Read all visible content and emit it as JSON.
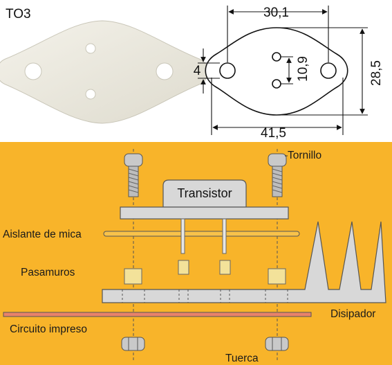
{
  "package_title": "TO3",
  "dimensions": {
    "pitch": "30,1",
    "pin_spacing": "10,9",
    "height": "28,5",
    "hole_offset": "4",
    "width": "41,5"
  },
  "labels": {
    "screw": "Tornillo",
    "transistor": "Transistor",
    "mica": "Aislante de mica",
    "grommet": "Pasamuros",
    "heatsink": "Disipador",
    "pcb": "Circuito impreso",
    "nut": "Tuerca"
  },
  "colors": {
    "assembly_background": "#f8b42a",
    "part_fill": "#d8d8d8",
    "grommet_fill": "#f3e29a",
    "pcb_fill": "#e8826a",
    "washer_fill": "#ebe8dc"
  }
}
